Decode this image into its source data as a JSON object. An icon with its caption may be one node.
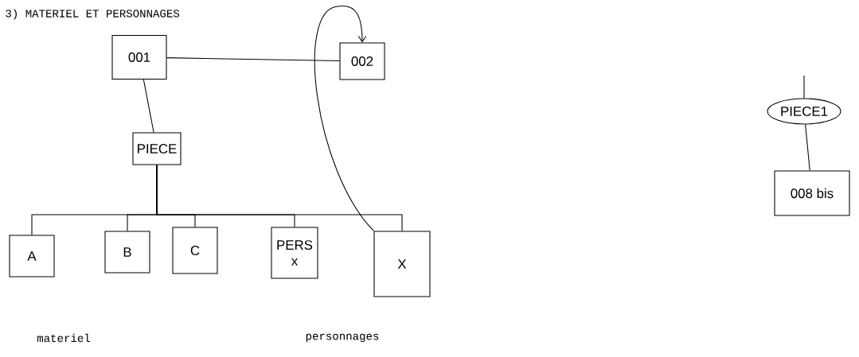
{
  "diagram": {
    "title": "3) MATERIEL ET PERSONNAGES",
    "nodes": [
      {
        "text": [
          "001"
        ]
      },
      {
        "text": [
          "002"
        ]
      },
      {
        "text": [
          "PIECE"
        ]
      },
      {
        "text": [
          "A"
        ]
      },
      {
        "text": [
          "B"
        ]
      },
      {
        "text": [
          "C"
        ]
      },
      {
        "text": [
          "PERS",
          "x"
        ]
      },
      {
        "text": [
          "X"
        ]
      },
      {
        "text": [
          "PIECE1"
        ]
      },
      {
        "text": [
          "008 bis"
        ]
      }
    ],
    "edges": [
      {
        "from": 0,
        "to": 1,
        "arrow": "none"
      },
      {
        "from": 0,
        "to": 2,
        "arrow": "none"
      },
      {
        "from": 2,
        "to": 3,
        "arrow": "none"
      },
      {
        "from": 2,
        "to": 4,
        "arrow": "none"
      },
      {
        "from": 2,
        "to": 5,
        "arrow": "none"
      },
      {
        "from": 2,
        "to": 6,
        "arrow": "none"
      },
      {
        "from": 2,
        "to": 7,
        "arrow": "none"
      },
      {
        "from": 7,
        "to": 1,
        "arrow": "to"
      },
      {
        "from": null,
        "to": 8,
        "arrow": "none"
      },
      {
        "from": 8,
        "to": 9,
        "arrow": "none"
      }
    ],
    "labels": [
      "materiel",
      "personnages"
    ]
  }
}
